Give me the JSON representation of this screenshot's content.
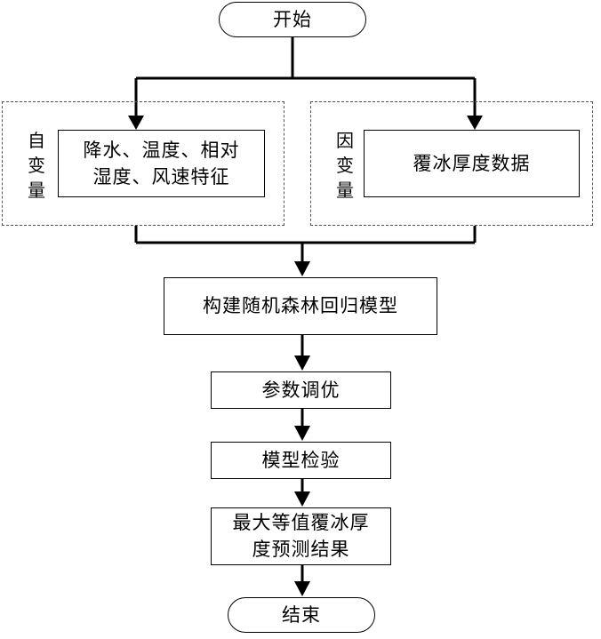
{
  "start": "开始",
  "end": "结束",
  "independent": {
    "label_chars": [
      "自",
      "变",
      "量"
    ],
    "content_lines": [
      "降水、温度、相对",
      "湿度、风速特征"
    ]
  },
  "dependent": {
    "label_chars": [
      "因",
      "变",
      "量"
    ],
    "content": "覆冰厚度数据"
  },
  "steps": {
    "build_model": "构建随机森林回归模型",
    "tuning": "参数调优",
    "validation": "模型检验",
    "prediction_lines": [
      "最大等值覆冰厚",
      "度预测结果"
    ]
  }
}
